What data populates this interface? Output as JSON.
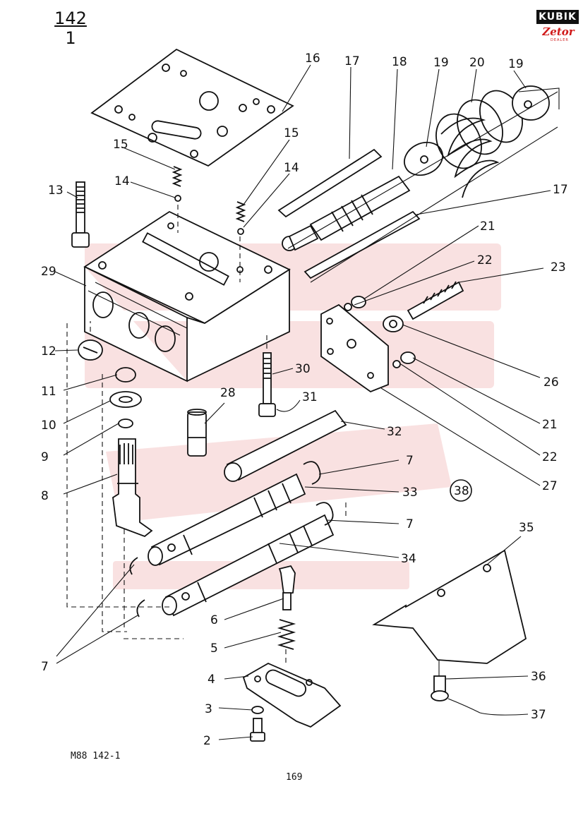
{
  "sheet_ref": {
    "numerator": "142",
    "denominator": "1"
  },
  "brand": {
    "name": "KUBIK",
    "sub": "Zetor",
    "tag": "DEALER",
    "color": "#d01818"
  },
  "callouts": [
    "2",
    "3",
    "4",
    "5",
    "6",
    "7",
    "8",
    "9",
    "10",
    "11",
    "12",
    "13",
    "14",
    "15",
    "16",
    "17",
    "18",
    "19",
    "20",
    "21",
    "22",
    "23",
    "26",
    "27",
    "28",
    "29",
    "30",
    "31",
    "32",
    "33",
    "34",
    "35",
    "36",
    "37",
    "38"
  ],
  "group_badge": "38",
  "figure_code": "M88  142-1",
  "page_number": "169",
  "colors": {
    "ink": "#111111",
    "watermark": "#f4c8c8"
  }
}
